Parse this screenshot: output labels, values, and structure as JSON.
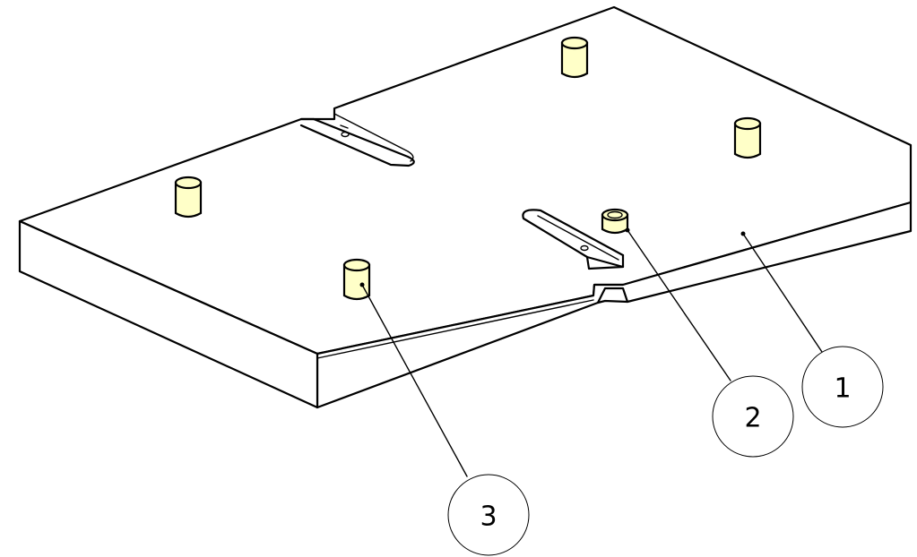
{
  "drawing": {
    "part_face_color": "#ffffff",
    "pin_color": "#ffffc8",
    "line_color": "#000000"
  },
  "balloons": [
    {
      "label": "1",
      "points_to": "base-plate"
    },
    {
      "label": "2",
      "points_to": "short-pin"
    },
    {
      "label": "3",
      "points_to": "locating-pin"
    }
  ]
}
